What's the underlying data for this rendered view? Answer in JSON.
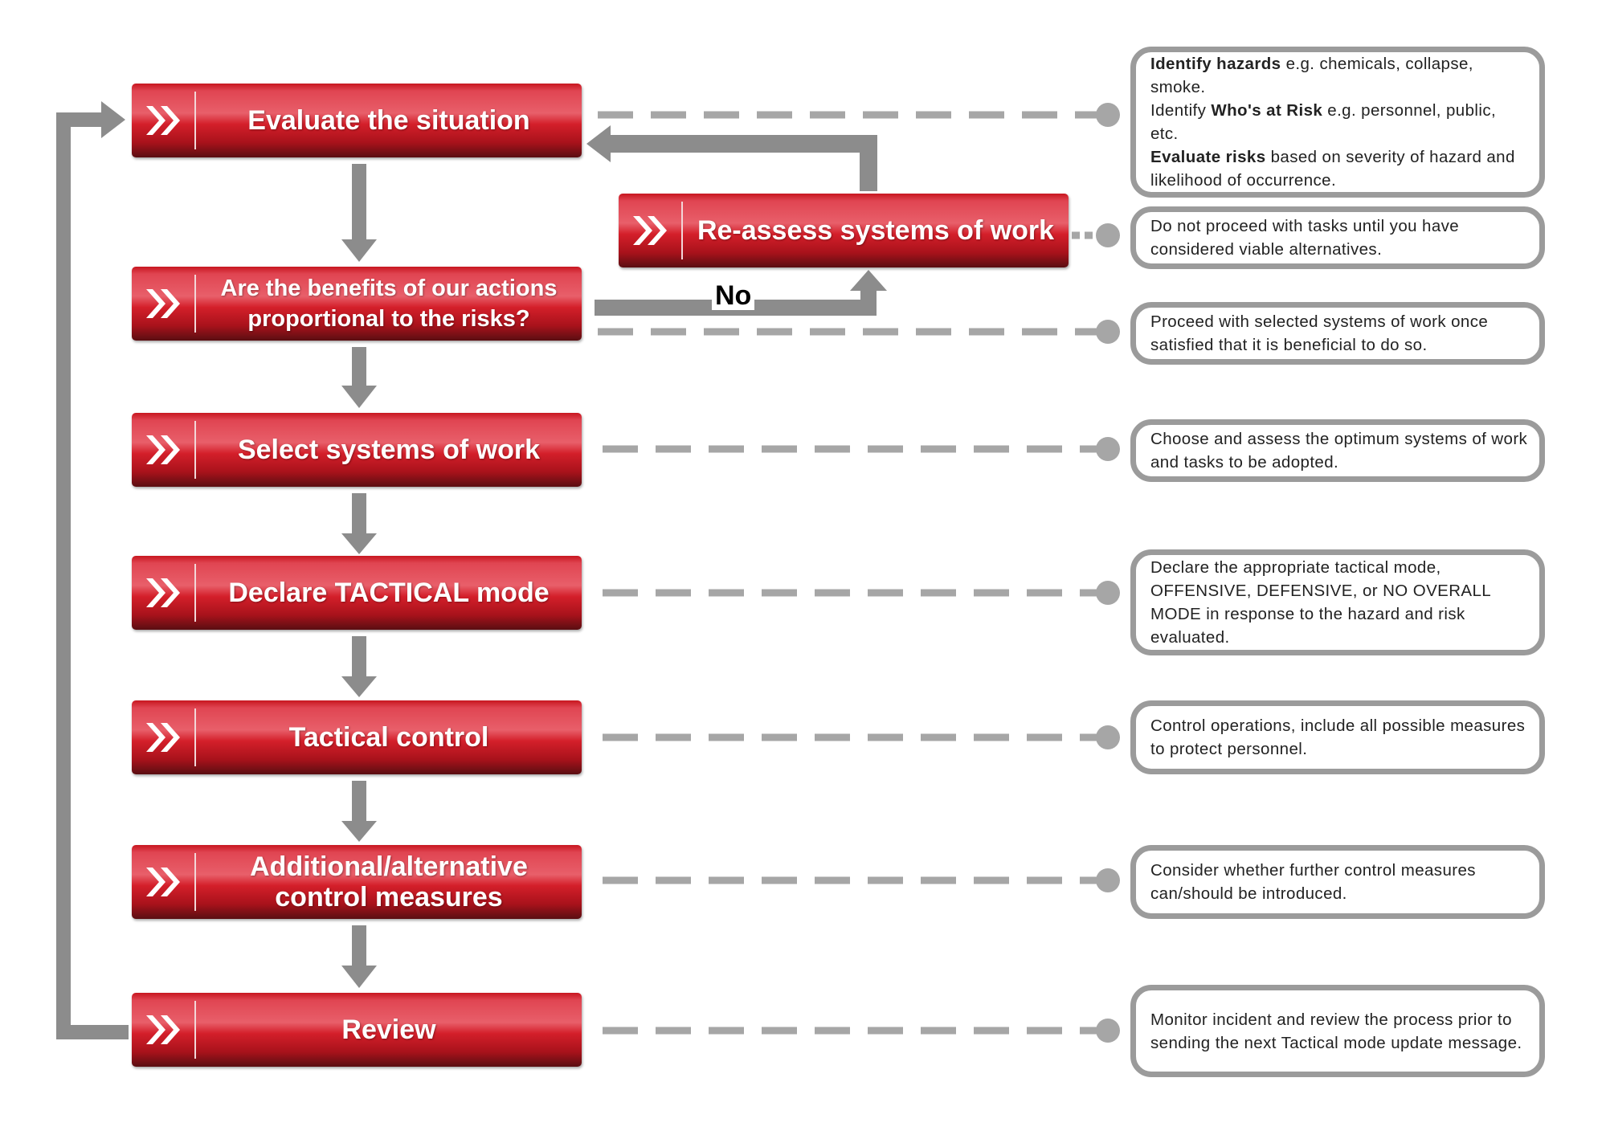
{
  "steps": [
    {
      "label": "Evaluate the situation"
    },
    {
      "label": "Are the benefits of our actions proportional to the risks?"
    },
    {
      "label": "Select systems of work"
    },
    {
      "label": "Declare TACTICAL mode"
    },
    {
      "label": "Tactical control"
    },
    {
      "label": "Additional/alternative control measures"
    },
    {
      "label": "Review"
    }
  ],
  "reassess": {
    "label": "Re-assess systems of work"
  },
  "no_label": "No",
  "notes": {
    "evaluate": {
      "b1": "Identify hazards",
      "t1": " e.g. chemicals, collapse, smoke.",
      "t2a": "Identify ",
      "b2": "Who's at Risk",
      "t2b": " e.g. personnel, public, etc.",
      "b3": "Evaluate risks",
      "t3": " based on severity of hazard and likelihood of occurrence."
    },
    "reassess": "Do not proceed with tasks until you have considered viable alternatives.",
    "benefits": "Proceed with selected systems of work once satisfied that it is beneficial to do so.",
    "select": "Choose and assess the optimum systems of work and tasks to be adopted.",
    "declare": "Declare the appropriate tactical mode, OFFENSIVE, DEFENSIVE, or NO OVERALL MODE in response to the hazard and risk evaluated.",
    "control": "Control operations, include all possible measures to protect personnel.",
    "additional": "Consider whether further control measures can/should be introduced.",
    "review": "Monitor incident and review the process prior to sending the next Tactical mode update message."
  },
  "colors": {
    "red": "#d41f2a",
    "connector": "#8c8c8c",
    "dash": "#a6a6a6"
  }
}
